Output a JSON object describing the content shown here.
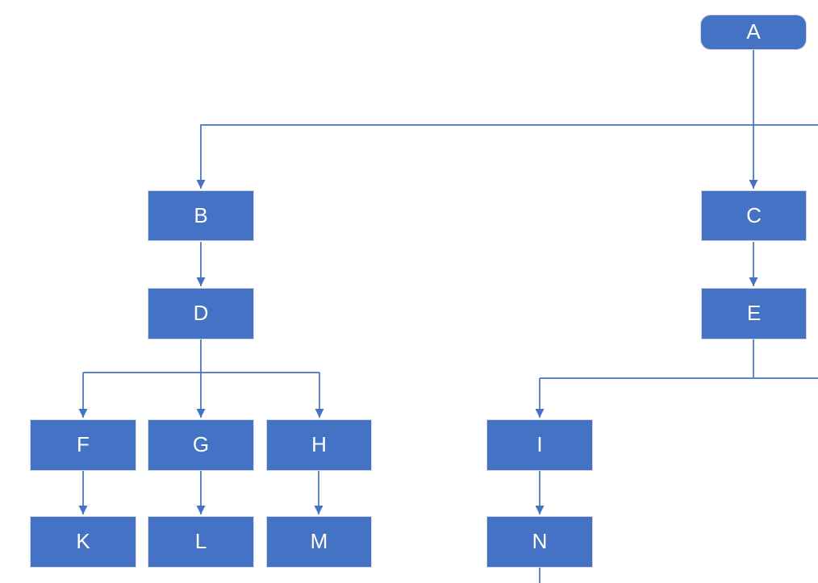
{
  "diagram": {
    "type": "flowchart",
    "background": "#FFFFFF",
    "colors": {
      "node_fill": "#4472C4",
      "node_border": "#D6D6D6",
      "connector": "#4472C4",
      "node_text": "#FFFFFF"
    },
    "nodes": {
      "A": {
        "label": "A",
        "shape": "rounded-rectangle"
      },
      "B": {
        "label": "B",
        "shape": "rectangle"
      },
      "C": {
        "label": "C",
        "shape": "rectangle"
      },
      "D": {
        "label": "D",
        "shape": "rectangle"
      },
      "E": {
        "label": "E",
        "shape": "rectangle"
      },
      "F": {
        "label": "F",
        "shape": "rectangle"
      },
      "G": {
        "label": "G",
        "shape": "rectangle"
      },
      "H": {
        "label": "H",
        "shape": "rectangle"
      },
      "I": {
        "label": "I",
        "shape": "rectangle"
      },
      "K": {
        "label": "K",
        "shape": "rectangle"
      },
      "L": {
        "label": "L",
        "shape": "rectangle"
      },
      "M": {
        "label": "M",
        "shape": "rectangle"
      },
      "N": {
        "label": "N",
        "shape": "rectangle"
      }
    },
    "edges": [
      {
        "from": "A",
        "to": "B",
        "arrow": true
      },
      {
        "from": "A",
        "to": "C",
        "arrow": true
      },
      {
        "from": "A",
        "to": "offscreen-right",
        "arrow": false
      },
      {
        "from": "B",
        "to": "D",
        "arrow": true
      },
      {
        "from": "C",
        "to": "E",
        "arrow": true
      },
      {
        "from": "D",
        "to": "F",
        "arrow": true
      },
      {
        "from": "D",
        "to": "G",
        "arrow": true
      },
      {
        "from": "D",
        "to": "H",
        "arrow": true
      },
      {
        "from": "E",
        "to": "I",
        "arrow": true
      },
      {
        "from": "E",
        "to": "offscreen-right",
        "arrow": false
      },
      {
        "from": "F",
        "to": "K",
        "arrow": true
      },
      {
        "from": "G",
        "to": "L",
        "arrow": true
      },
      {
        "from": "H",
        "to": "M",
        "arrow": true
      },
      {
        "from": "I",
        "to": "N",
        "arrow": true
      },
      {
        "from": "N",
        "to": "offscreen-bottom",
        "arrow": false
      }
    ]
  }
}
